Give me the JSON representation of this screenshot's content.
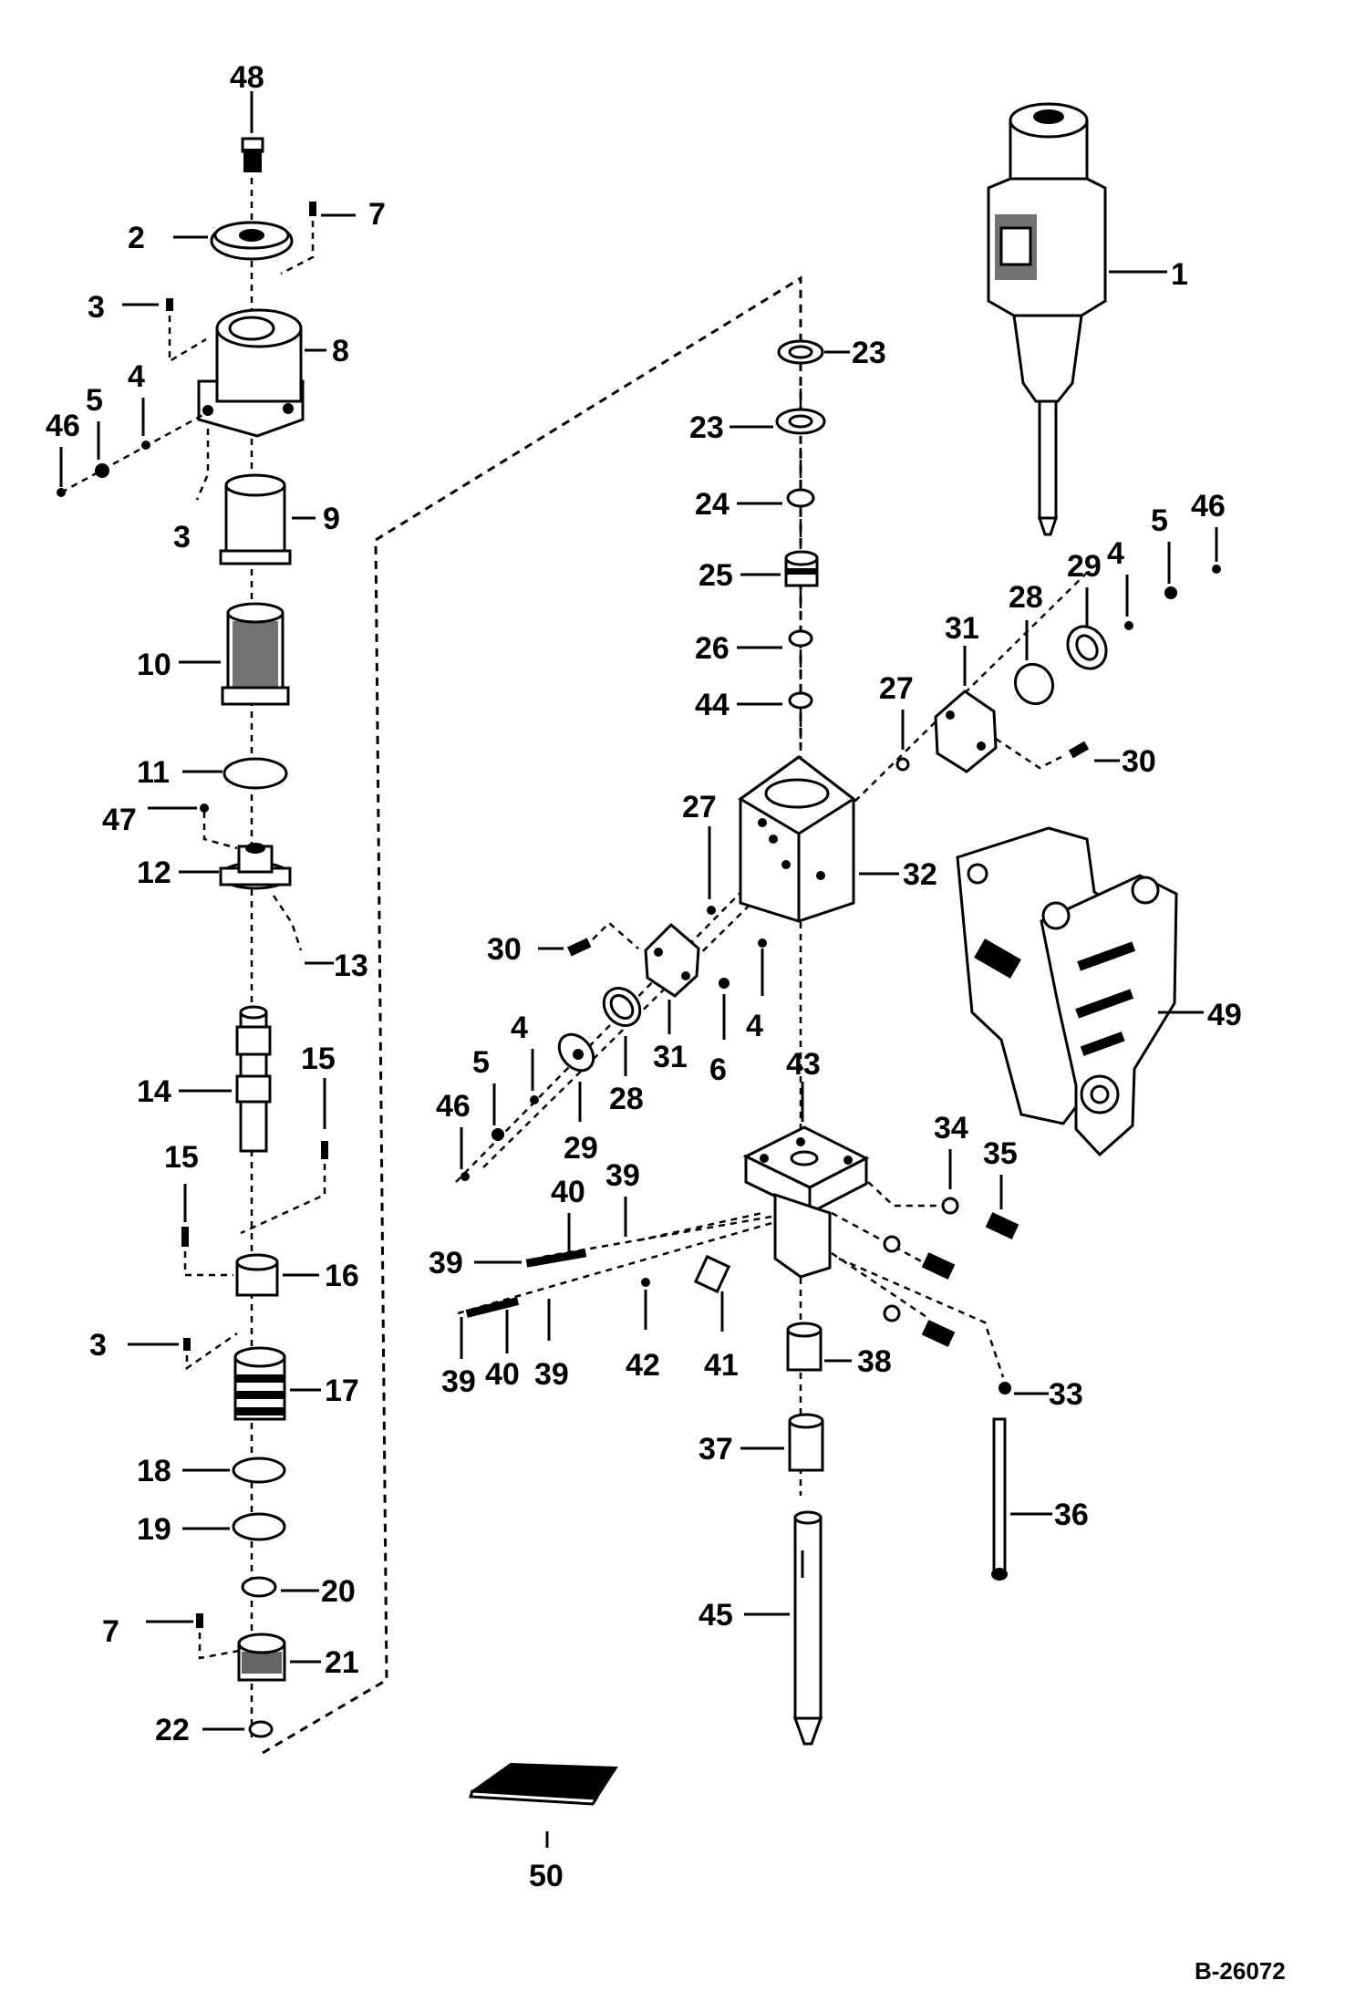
{
  "drawing": {
    "code": "B-26072",
    "labels": {
      "l1": "1",
      "l2": "2",
      "l3a": "3",
      "l3b": "3",
      "l3c": "3",
      "l4a": "4",
      "l4b": "4",
      "l4c": "4",
      "l4d": "4",
      "l5a": "5",
      "l5b": "5",
      "l5c": "5",
      "l6": "6",
      "l7a": "7",
      "l7b": "7",
      "l8": "8",
      "l9": "9",
      "l10": "10",
      "l11": "11",
      "l12": "12",
      "l13": "13",
      "l14": "14",
      "l15a": "15",
      "l15b": "15",
      "l16": "16",
      "l17": "17",
      "l18": "18",
      "l19": "19",
      "l20": "20",
      "l21": "21",
      "l22": "22",
      "l23a": "23",
      "l23b": "23",
      "l24": "24",
      "l25": "25",
      "l26": "26",
      "l27a": "27",
      "l27b": "27",
      "l28a": "28",
      "l28b": "28",
      "l29a": "29",
      "l29b": "29",
      "l30a": "30",
      "l30b": "30",
      "l31a": "31",
      "l31b": "31",
      "l32": "32",
      "l33": "33",
      "l34": "34",
      "l35": "35",
      "l36": "36",
      "l37": "37",
      "l38": "38",
      "l39a": "39",
      "l39b": "39",
      "l39c": "39",
      "l39d": "39",
      "l40a": "40",
      "l40b": "40",
      "l41": "41",
      "l42": "42",
      "l43": "43",
      "l44": "44",
      "l45": "45",
      "l46a": "46",
      "l46b": "46",
      "l46c": "46",
      "l47": "47",
      "l48": "48",
      "l49": "49",
      "l50": "50"
    }
  }
}
